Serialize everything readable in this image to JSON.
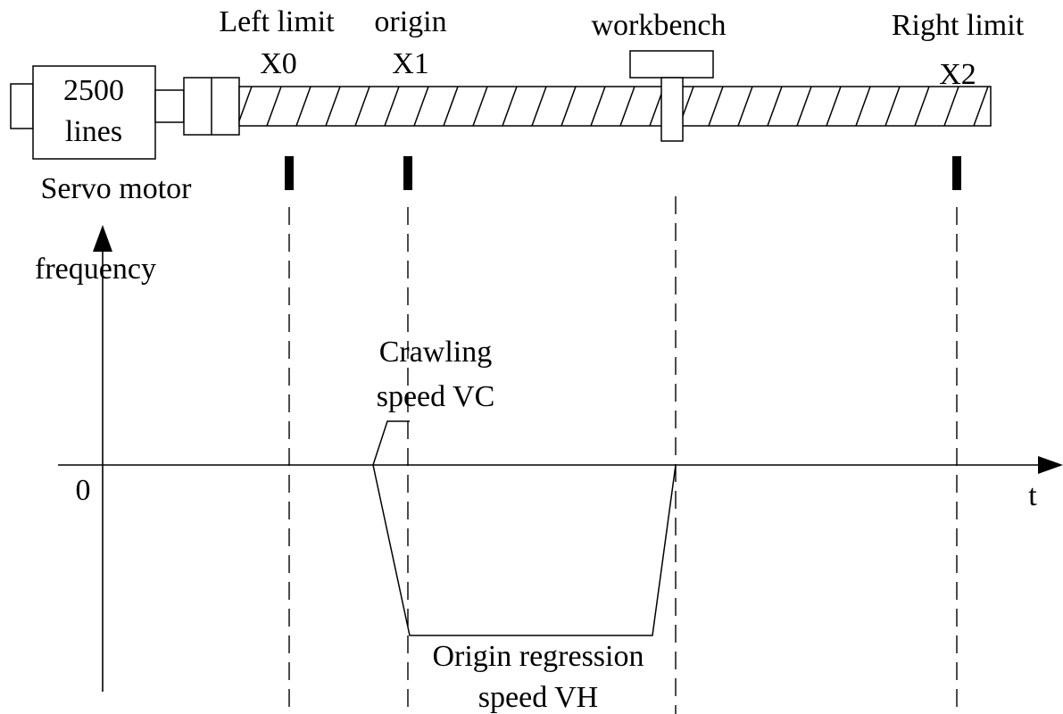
{
  "motor": {
    "encoder_line1": "2500",
    "encoder_line2": "lines",
    "caption": "Servo motor"
  },
  "positions": {
    "left_limit": {
      "label": "Left limit",
      "input": "X0"
    },
    "origin": {
      "label": "origin",
      "input": "X1"
    },
    "workbench": {
      "label": "workbench"
    },
    "right_limit": {
      "label": "Right limit",
      "input": "X2"
    }
  },
  "graph": {
    "y_axis_label": "frequency",
    "x_axis_label": "t",
    "origin_label": "0",
    "crawl_speed_line1": "Crawling",
    "crawl_speed_line2": "speed VC",
    "regression_speed_line1": "Origin regression",
    "regression_speed_line2": "speed VH"
  }
}
